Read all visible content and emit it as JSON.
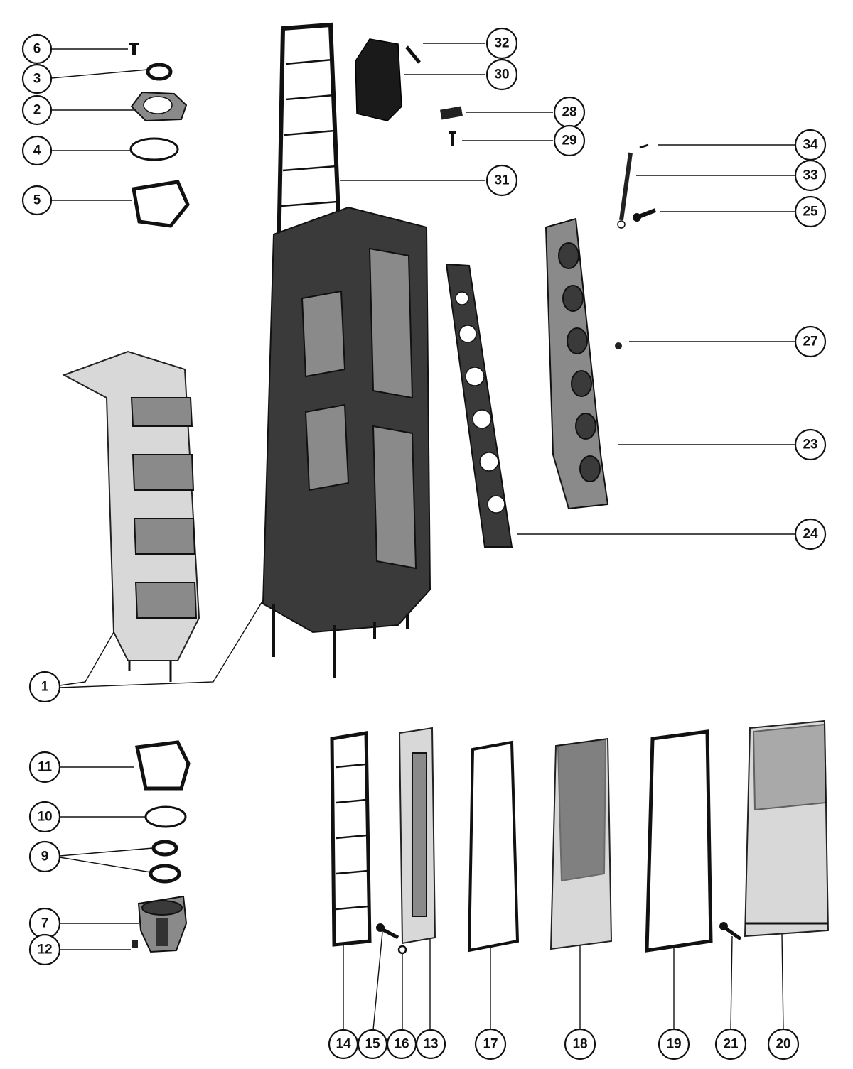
{
  "callouts": [
    "6",
    "3",
    "2",
    "4",
    "5",
    "32",
    "30",
    "28",
    "29",
    "31",
    "34",
    "33",
    "25",
    "27",
    "23",
    "24",
    "1",
    "11",
    "10",
    "9",
    "7",
    "12",
    "14",
    "15",
    "16",
    "13",
    "17",
    "18",
    "19",
    "21",
    "20"
  ]
}
